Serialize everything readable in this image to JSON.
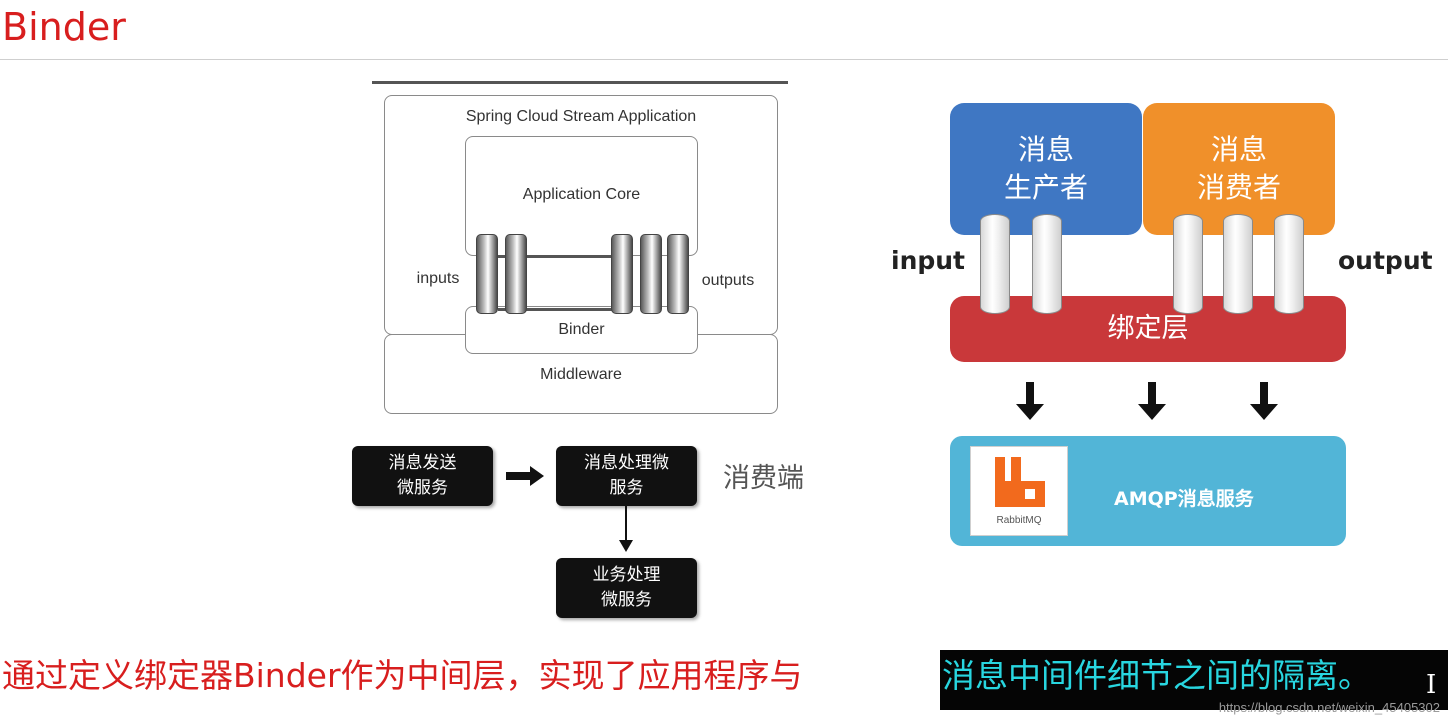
{
  "header": {
    "title": "Binder"
  },
  "left_diagram": {
    "outer_label": "Spring Cloud Stream Application",
    "core_label": "Application Core",
    "inputs_label": "inputs",
    "outputs_label": "outputs",
    "binder_label": "Binder",
    "middleware_label": "Middleware"
  },
  "flow": {
    "producer": "消息发送\n微服务",
    "processor": "消息处理微\n服务",
    "business": "业务处理\n微服务",
    "consumer_side": "消费端"
  },
  "right_diagram": {
    "producer_label": "消息\n生产者",
    "consumer_label": "消息\n消费者",
    "input_label": "input",
    "output_label": "output",
    "binder_layer": "绑定层",
    "amqp_label": "AMQP消息服务",
    "rabbitmq_label": "RabbitMQ",
    "colors": {
      "producer": "#3f77c3",
      "consumer": "#f0902a",
      "binder": "#c9383a",
      "amqp": "#52b5d7"
    }
  },
  "caption": {
    "text_red": "通过定义绑定器Binder作为中间层，实现了应用程序与",
    "text_highlight": "消息中间件细节之间的隔离。",
    "cursor": "I"
  },
  "watermark": "https://blog.csdn.net/weixin_45405302"
}
